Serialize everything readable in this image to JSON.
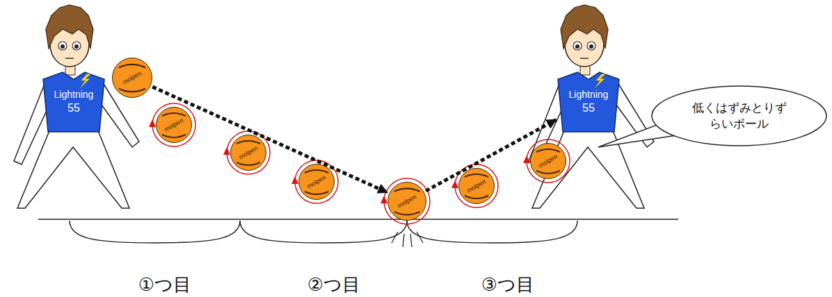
{
  "diagram": {
    "nodes": [
      {
        "text": [
          "Lightning",
          "55"
        ]
      },
      {
        "text": [
          "molpen"
        ]
      },
      {
        "text": [
          "molpen"
        ]
      },
      {
        "text": [
          "molpen"
        ]
      },
      {
        "text": [
          "molpen"
        ]
      },
      {
        "text": [
          "molpen"
        ]
      },
      {
        "text": [
          "molpen"
        ]
      },
      {
        "text": [
          "Lightning",
          "55"
        ]
      },
      {
        "text": [
          "molpen"
        ]
      },
      {
        "text": [
          "低くはずみとりずらいボール"
        ]
      }
    ],
    "edges": [
      {
        "from": 1,
        "to": 5,
        "arrow": "to"
      },
      {
        "from": 5,
        "to": 7,
        "arrow": "to"
      }
    ],
    "labels": [
      "①つ目",
      "②つ目",
      "③つ目"
    ]
  }
}
